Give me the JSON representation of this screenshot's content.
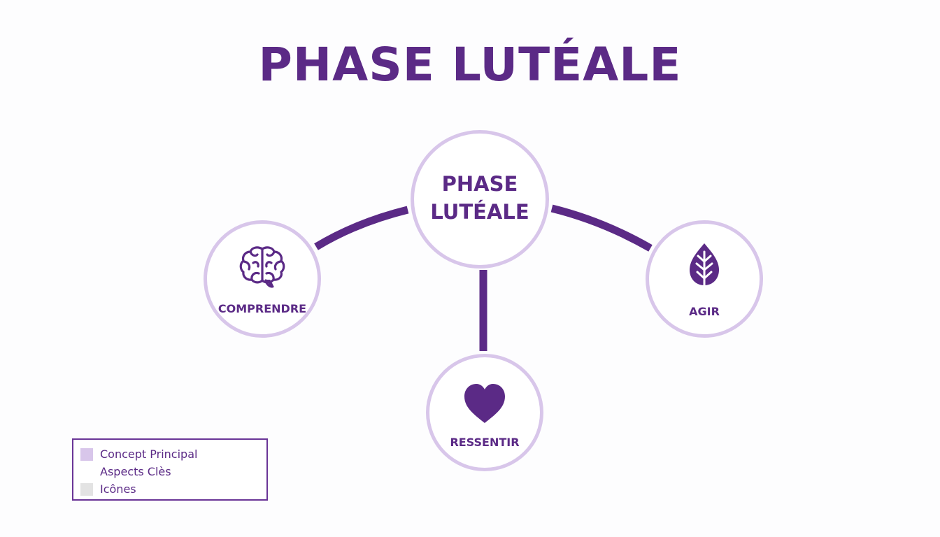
{
  "title": "PHASE LUTÉALE",
  "center": {
    "line1": "PHASE",
    "line2": "LUTÉALE"
  },
  "nodes": {
    "comprendre": {
      "label": "COMPRENDRE",
      "icon": "brain-icon"
    },
    "agir": {
      "label": "AGIR",
      "icon": "leaf-icon"
    },
    "ressentir": {
      "label": "RESSENTIR",
      "icon": "heart-icon"
    }
  },
  "legend": {
    "items": [
      {
        "label": "Concept Principal",
        "color": "#d8c6ea"
      },
      {
        "label": "Aspects Clès",
        "color": "#ffffff"
      },
      {
        "label": "Icônes",
        "color": "#e3e3e3"
      }
    ]
  },
  "colors": {
    "primary": "#5b2a86",
    "node_border": "#d8c6ea"
  }
}
